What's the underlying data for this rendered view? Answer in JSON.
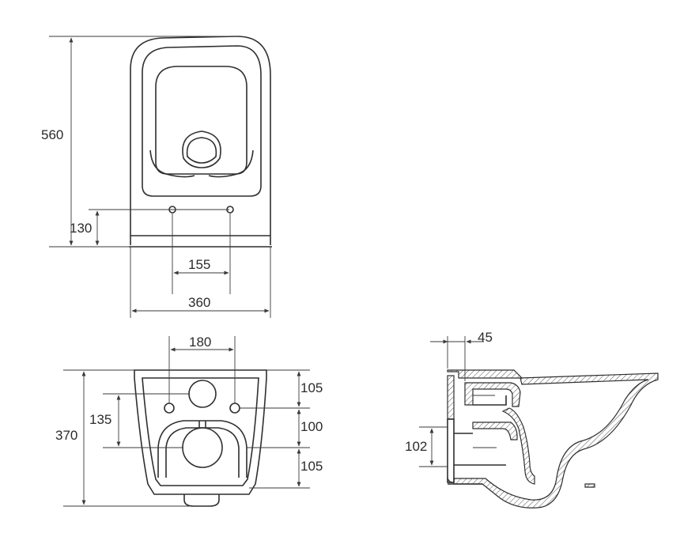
{
  "dimensions": {
    "top_view": {
      "height_total": "560",
      "hole_height": "130",
      "hole_spacing": "155",
      "width_total": "360"
    },
    "rear_view": {
      "bolt_spacing": "180",
      "height_total": "370",
      "bolt_to_drain": "135",
      "segment_top": "105",
      "segment_mid": "100",
      "segment_bottom": "105"
    },
    "side_view": {
      "wall_offset": "45",
      "outlet_height": "102"
    }
  },
  "colors": {
    "line": "#2f2f2f",
    "dimension_line": "#3a3a3a",
    "text": "#2b2b2b",
    "background": "#ffffff"
  }
}
